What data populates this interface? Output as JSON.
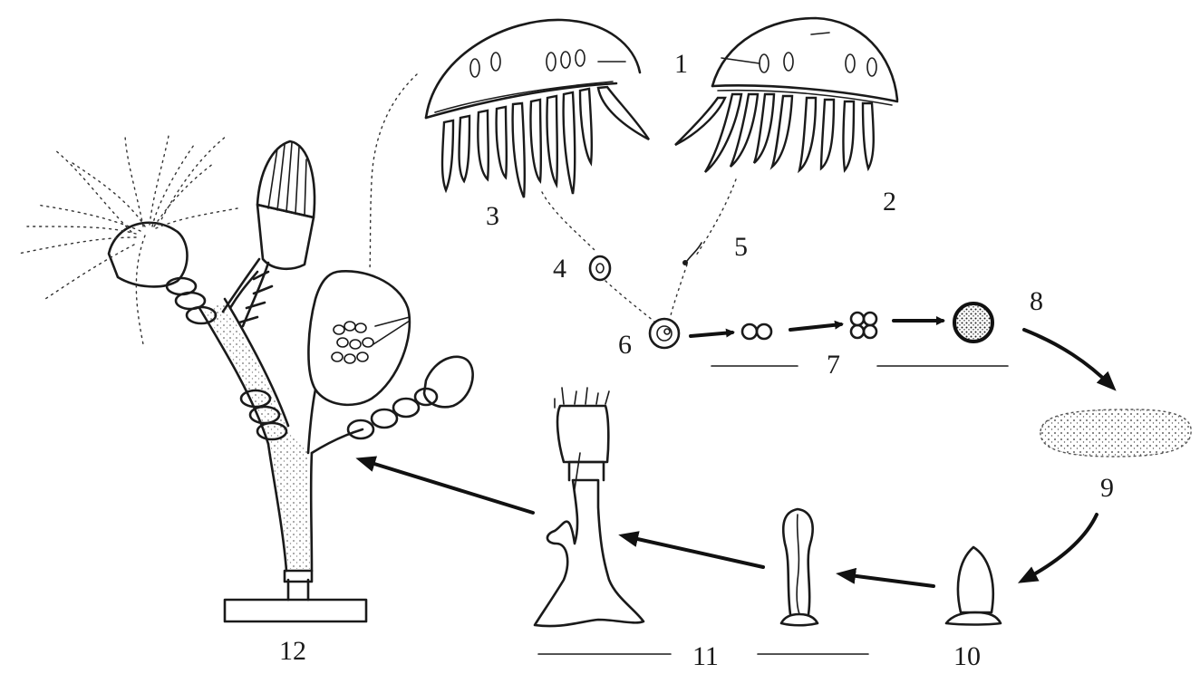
{
  "labels": {
    "n1": "1",
    "n2": "2",
    "n3": "3",
    "n4": "4",
    "n5": "5",
    "n6": "6",
    "n7": "7",
    "n8": "8",
    "n9": "9",
    "n10": "10",
    "n11": "11",
    "n12": "12"
  },
  "colors": {
    "ink": "#1a1a1a",
    "background": "#ffffff"
  }
}
